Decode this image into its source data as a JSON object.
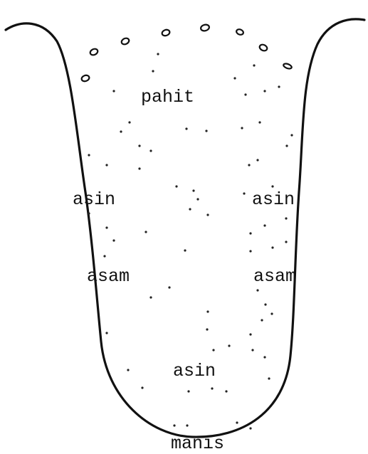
{
  "diagram": {
    "labels": {
      "bitter": "pahit",
      "salty_left": "asin",
      "salty_right": "asin",
      "sour_left": "asam",
      "sour_right": "asam",
      "salty_front": "asin",
      "sweet_tip": "manis"
    },
    "colors": {
      "ink": "#111111",
      "background": "#ffffff"
    }
  }
}
